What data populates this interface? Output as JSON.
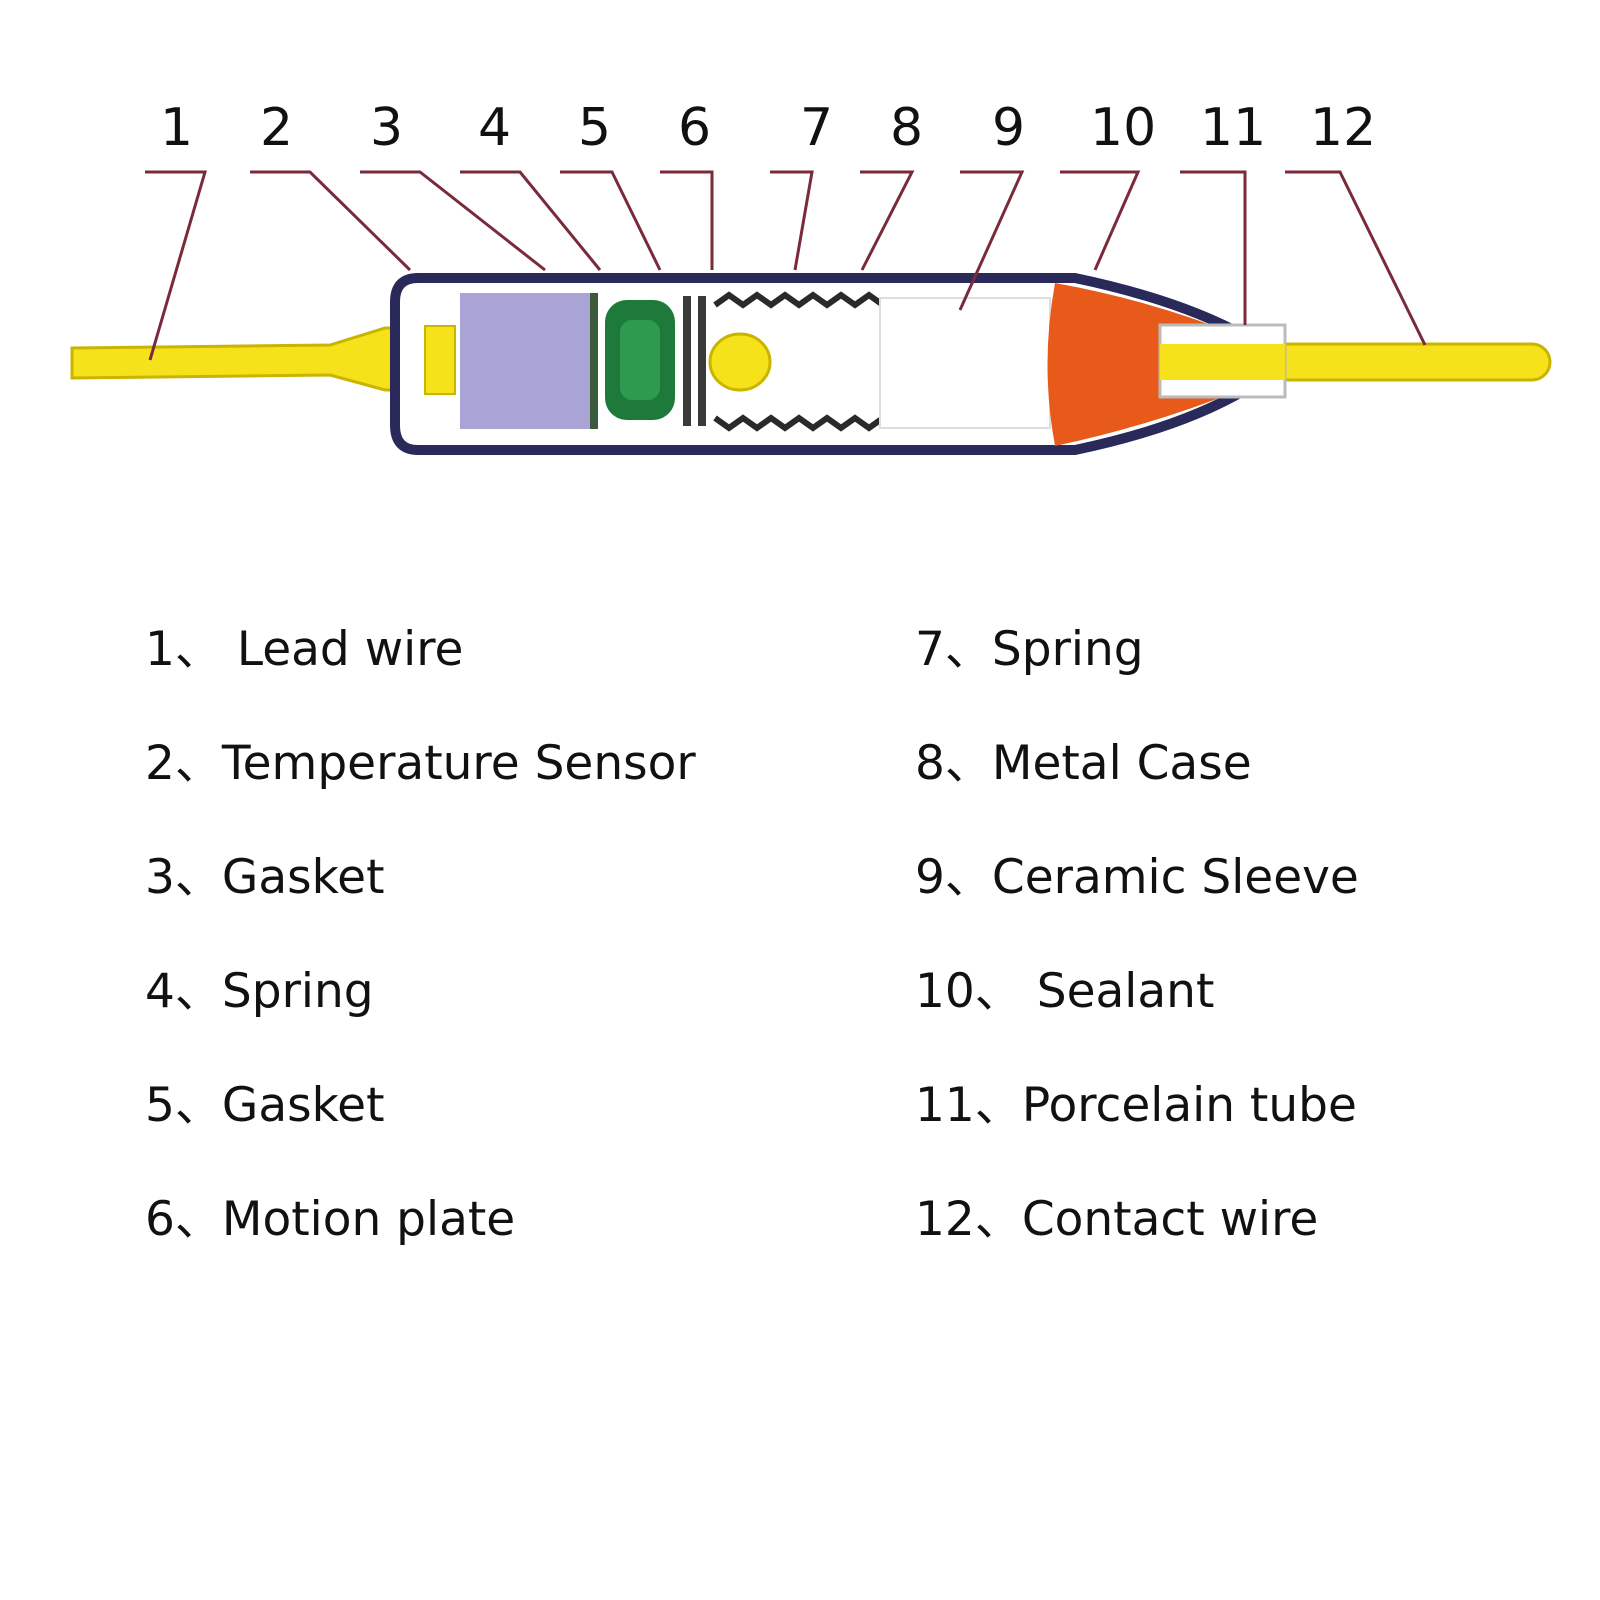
{
  "callouts": [
    "1",
    "2",
    "3",
    "4",
    "5",
    "6",
    "7",
    "8",
    "9",
    "10",
    "11",
    "12"
  ],
  "legend": {
    "left": [
      {
        "num": "1、",
        "label": " Lead wire"
      },
      {
        "num": "2、",
        "label": "Temperature Sensor"
      },
      {
        "num": "3、",
        "label": "Gasket"
      },
      {
        "num": "4、",
        "label": "Spring"
      },
      {
        "num": "5、",
        "label": "Gasket"
      },
      {
        "num": "6、",
        "label": "Motion plate"
      }
    ],
    "right": [
      {
        "num": "7、",
        "label": "Spring"
      },
      {
        "num": "8、",
        "label": "Metal Case"
      },
      {
        "num": "9、",
        "label": "Ceramic Sleeve"
      },
      {
        "num": "10、",
        "label": " Sealant"
      },
      {
        "num": "11、",
        "label": "Porcelain tube"
      },
      {
        "num": "12、",
        "label": "Contact wire"
      }
    ]
  },
  "colors": {
    "wire": "#f5e21a",
    "wire_outline": "#c9b400",
    "case_outline": "#2a2a5a",
    "sensor": "#a9a3d6",
    "spring_green": "#1e7a3a",
    "sealant": "#e85a1a",
    "leader": "#7a2a3a"
  }
}
